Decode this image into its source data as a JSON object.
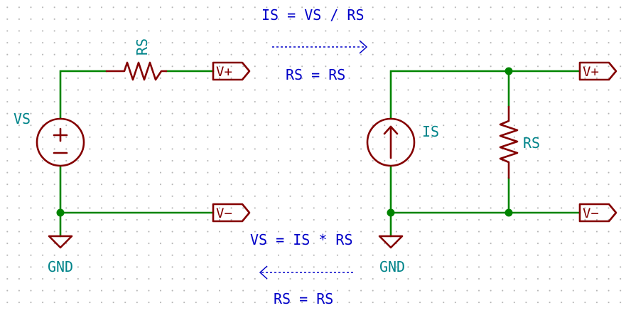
{
  "left_circuit": {
    "source_ref": "VS",
    "resistor_ref": "RS",
    "vplus_label": "V+",
    "vminus_label": "V−",
    "gnd_label": "GND"
  },
  "right_circuit": {
    "source_ref": "IS",
    "resistor_ref": "RS",
    "vplus_label": "V+",
    "vminus_label": "V−",
    "gnd_label": "GND"
  },
  "annotations": {
    "top_formula": "IS = VS / RS",
    "top_resistance": "RS = RS",
    "bottom_formula": "VS = IS * RS",
    "bottom_resistance": "RS = RS"
  }
}
